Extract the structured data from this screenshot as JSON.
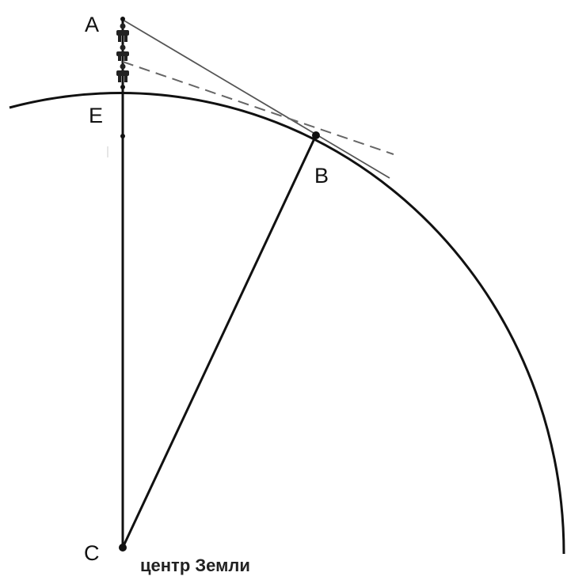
{
  "diagram": {
    "labels": {
      "a": "A",
      "e": "E",
      "b": "B",
      "c": "C",
      "center_note": "центр Земли"
    },
    "colors": {
      "stroke": "#111111",
      "tangent": "#555555",
      "dashed": "#666666",
      "background": "#ffffff"
    },
    "figures": {
      "observer_icon": "person-icon"
    }
  }
}
